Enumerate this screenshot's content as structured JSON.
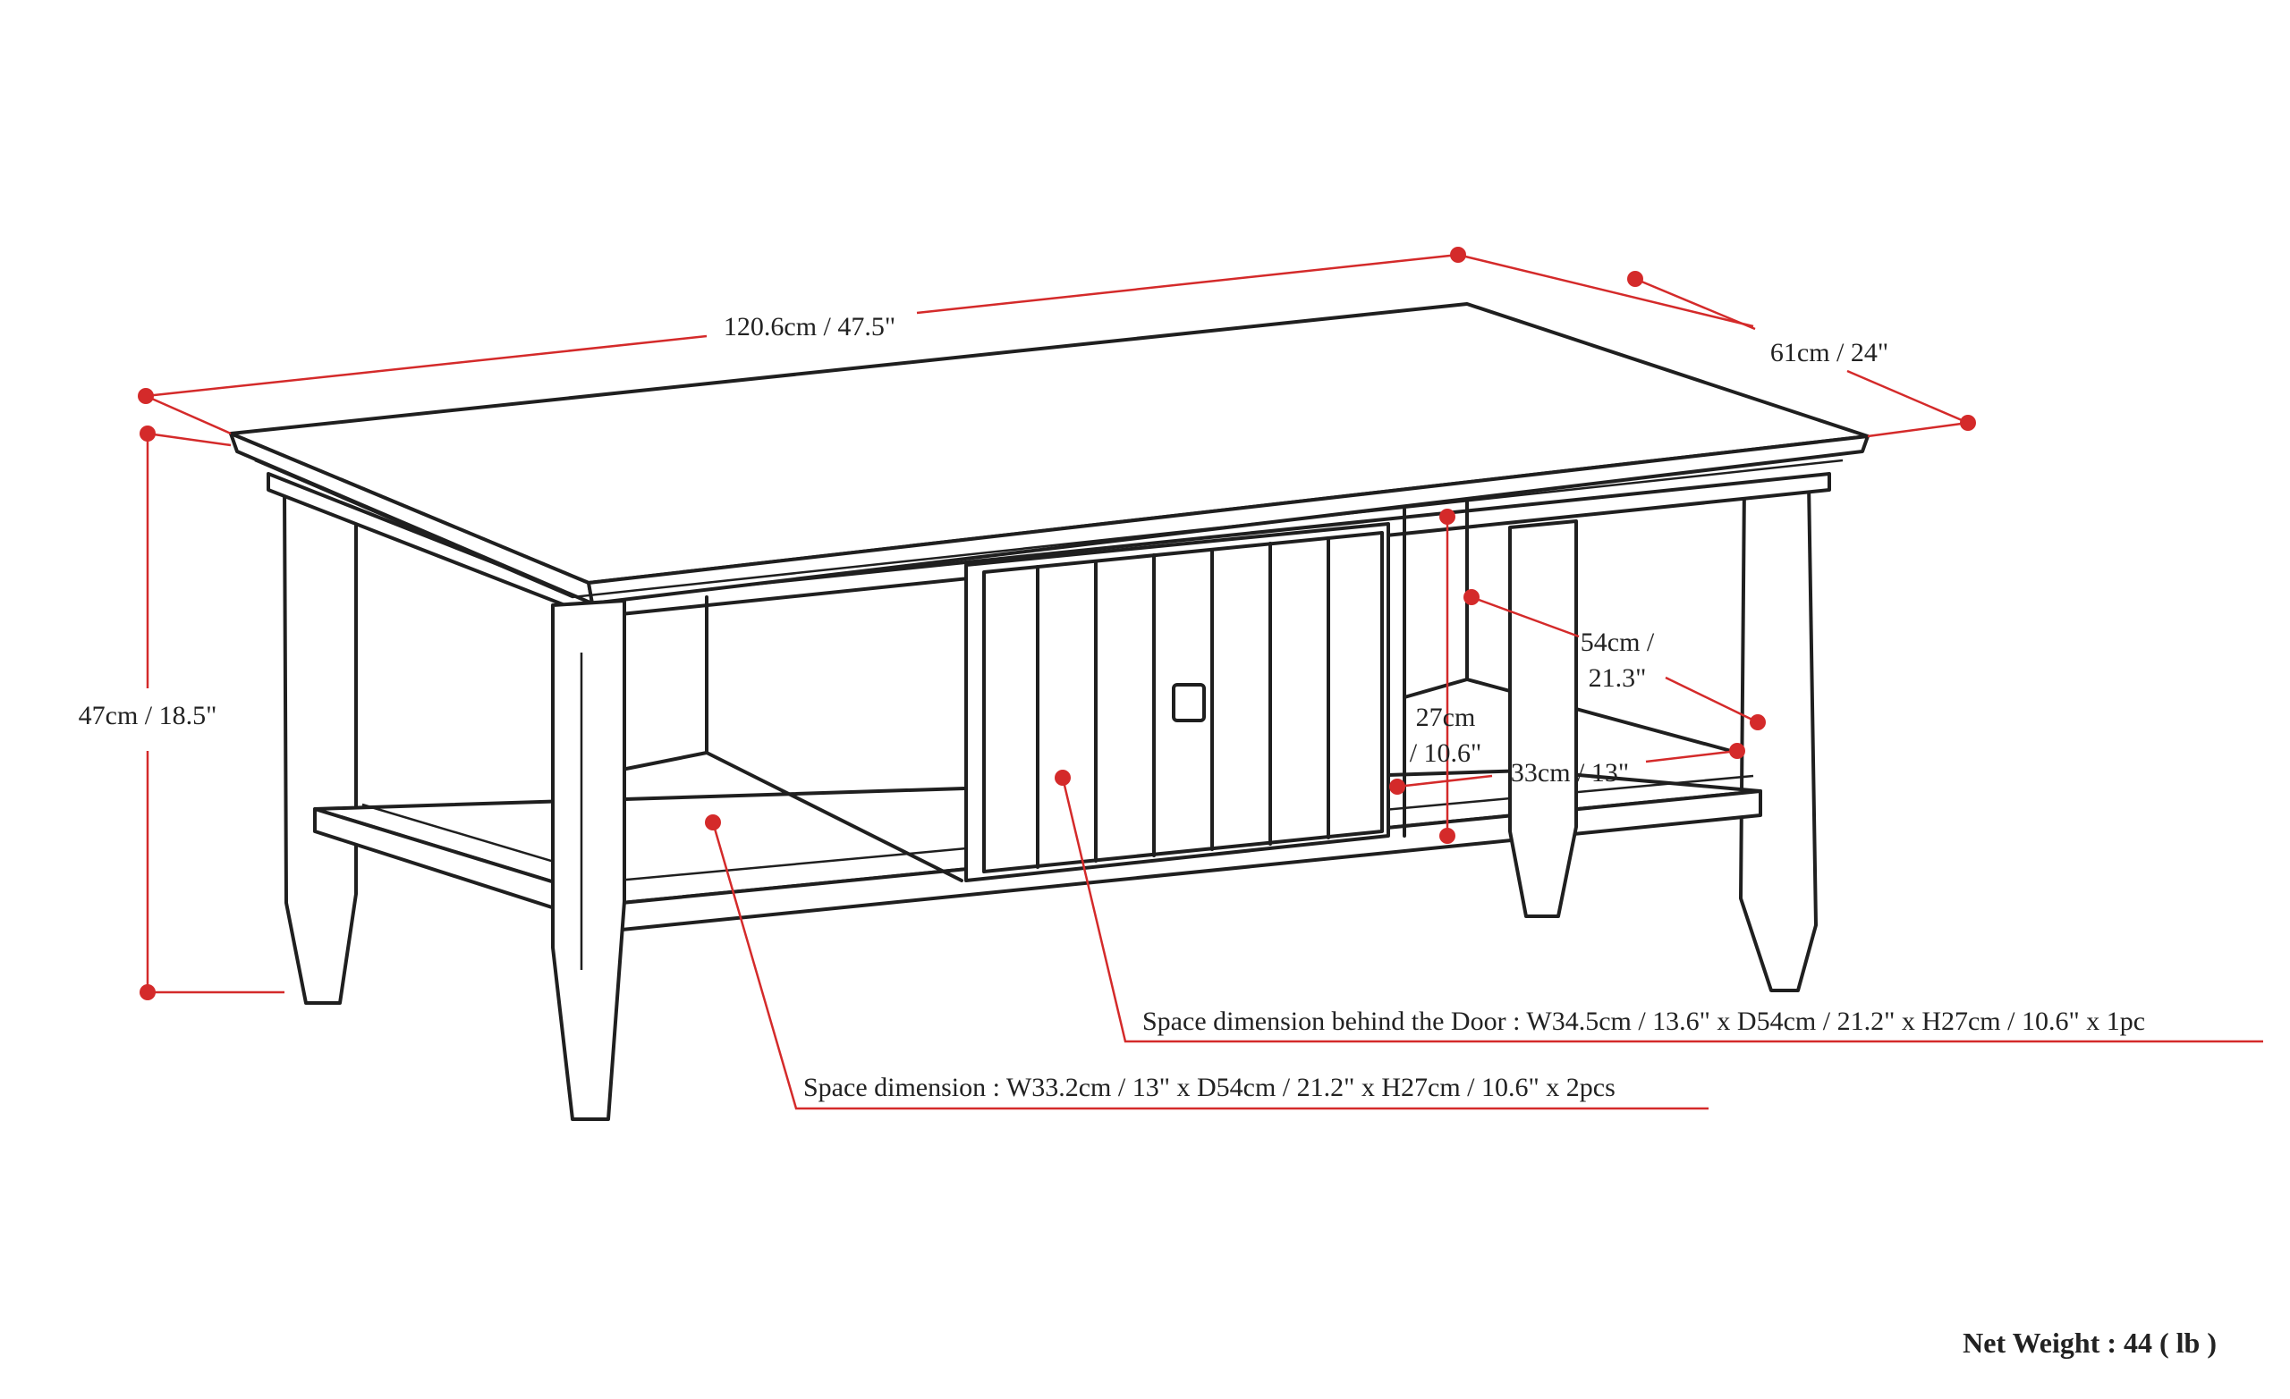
{
  "colors": {
    "dimension": "#d42a2a",
    "outline": "#1f1f1f"
  },
  "dimensions": {
    "width": "120.6cm / 47.5\"",
    "depth": "61cm / 24\"",
    "height": "47cm / 18.5\"",
    "interior_depth_line1": "54cm /",
    "interior_depth_line2": "21.3\"",
    "interior_height_line1": "27cm",
    "interior_height_line2": "/ 10.6\"",
    "interior_width": "33cm / 13\""
  },
  "notes": {
    "door_space": "Space dimension behind the Door  : W34.5cm / 13.6\" x D54cm / 21.2\" x H27cm / 10.6\" x 1pc",
    "open_space": "Space dimension : W33.2cm / 13\" x D54cm / 21.2\" x H27cm / 10.6\" x 2pcs"
  },
  "footer": {
    "net_weight": "Net Weight : 44 ( lb )"
  }
}
